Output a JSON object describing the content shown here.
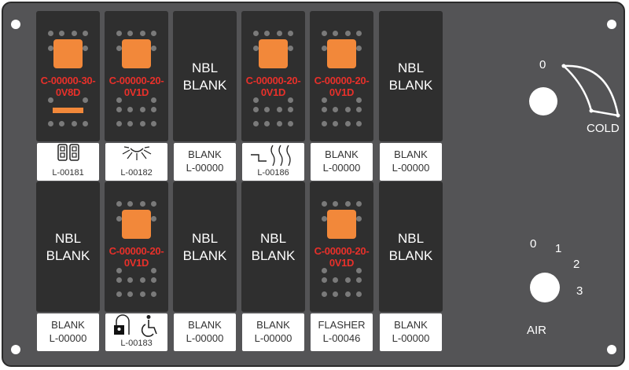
{
  "switches": [
    {
      "kind": "led",
      "code": "C-00000-30-0V8D",
      "bar": true,
      "label": {
        "icon": "dual-lock-icon",
        "id": "L-00181"
      }
    },
    {
      "kind": "led",
      "code": "C-00000-20-0V1D",
      "bar": false,
      "label": {
        "icon": "light-icon",
        "id": "L-00182"
      }
    },
    {
      "kind": "blank",
      "text": "NBL BLANK",
      "label": {
        "title": "BLANK",
        "id": "L-00000"
      }
    },
    {
      "kind": "led",
      "code": "C-00000-20-0V1D",
      "bar": false,
      "label": {
        "icon": "heat-icon",
        "id": "L-00186"
      }
    },
    {
      "kind": "led",
      "code": "C-00000-20-0V1D",
      "bar": false,
      "label": {
        "title": "BLANK",
        "id": "L-00000"
      }
    },
    {
      "kind": "blank",
      "text": "NBL BLANK",
      "label": {
        "title": "BLANK",
        "id": "L-00000"
      }
    },
    {
      "kind": "blank",
      "text": "NBL BLANK",
      "label": {
        "title": "BLANK",
        "id": "L-00000"
      }
    },
    {
      "kind": "led",
      "code": "C-00000-20-0V1D",
      "bar": false,
      "label": {
        "icon": "lock-wheelchair-icon",
        "id": "L-00183"
      }
    },
    {
      "kind": "blank",
      "text": "NBL BLANK",
      "label": {
        "title": "BLANK",
        "id": "L-00000"
      }
    },
    {
      "kind": "blank",
      "text": "NBL BLANK",
      "label": {
        "title": "BLANK",
        "id": "L-00000"
      }
    },
    {
      "kind": "led",
      "code": "C-00000-20-0V1D",
      "bar": false,
      "label": {
        "title": "FLASHER",
        "id": "L-00046"
      }
    },
    {
      "kind": "blank",
      "text": "NBL BLANK",
      "label": {
        "title": "BLANK",
        "id": "L-00000"
      }
    }
  ],
  "temp_knob": {
    "zero": "0",
    "cold": "COLD"
  },
  "air_knob": {
    "positions": [
      "0",
      "1",
      "2",
      "3"
    ],
    "label": "AIR"
  },
  "colors": {
    "panel": "#545456",
    "switch": "#2f2f2f",
    "led": "#f2883a",
    "code_text": "#e8302a"
  }
}
